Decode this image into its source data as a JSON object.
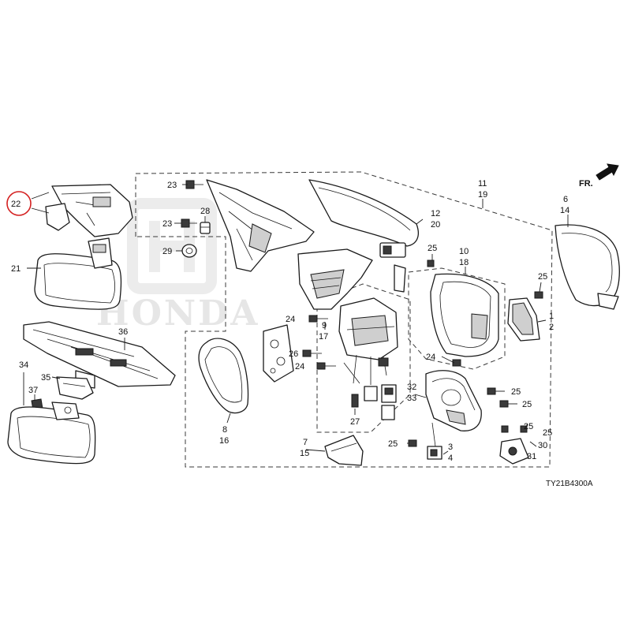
{
  "watermark": {
    "brand_text": "HONDA"
  },
  "diagram_code": "TY21B4300A",
  "direction_label": "FR.",
  "highlighted_label": "22",
  "labels": {
    "l22": "22",
    "l23a": "23",
    "l23b": "23",
    "l28": "28",
    "l29": "29",
    "l21": "21",
    "l36": "36",
    "l34": "34",
    "l37": "37",
    "l35": "35",
    "l11": "11",
    "l19": "19",
    "l12": "12",
    "l20": "20",
    "l6": "6",
    "l14": "14",
    "l10": "10",
    "l18": "18",
    "l25a": "25",
    "l25b": "25",
    "l1": "1",
    "l2": "2",
    "l24a": "24",
    "l9": "9",
    "l17": "17",
    "l26": "26",
    "l24b": "24",
    "l24c": "24",
    "l25c": "25",
    "l25d": "25",
    "l32": "32",
    "l33": "33",
    "l27": "27",
    "l8": "8",
    "l16": "16",
    "l7": "7",
    "l15": "15",
    "l25e": "25",
    "l3": "3",
    "l4": "4",
    "l25f": "25",
    "l25g": "25",
    "l30": "30",
    "l31": "31"
  }
}
